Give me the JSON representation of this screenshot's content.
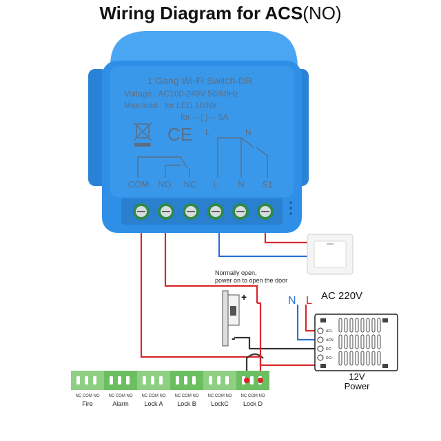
{
  "title": {
    "bold": "Wiring Diagram for ACS",
    "suffix": "(NO)"
  },
  "switch_module": {
    "name": "1 Gang Wi-Fi Switch-DR",
    "voltage": "Voltage : AC100-240V 50/60Hz",
    "max_load": "Max.load : for LED 150W",
    "max_load_2": "for ---[  ]--- 5A",
    "ce_mark": "CE",
    "internal_l": "L",
    "internal_n": "N",
    "terminals": [
      "COM",
      "NO",
      "NC",
      "L",
      "N",
      "S1"
    ],
    "colors": {
      "body": "#2f8fe6",
      "top": "#4aa6f2",
      "label": "#5a6f86"
    }
  },
  "wall_switch": {
    "name": "wall-switch",
    "color": "#f4f4f4"
  },
  "annotation": {
    "line1": "Normally open,",
    "line2": "power on to open the door"
  },
  "lock": {
    "plus": "+",
    "minus": "-"
  },
  "mains": {
    "n": "N",
    "l": "L",
    "label": "AC 220V"
  },
  "power_supply": {
    "terminal_labels": [
      "ACL",
      "ACN",
      "DC-",
      "DC+"
    ],
    "label_line1": "12V",
    "label_line2": "Power"
  },
  "controller": {
    "channels": [
      {
        "name": "Fire",
        "sub": "NC COM NO"
      },
      {
        "name": "Alarm",
        "sub": "NC COM NO"
      },
      {
        "name": "Lock A",
        "sub": "NC COM NO"
      },
      {
        "name": "Lock B",
        "sub": "NC COM NO"
      },
      {
        "name": "LockC",
        "sub": "NC COM NO"
      },
      {
        "name": "Lock D",
        "sub": "NC COM NO"
      }
    ],
    "colors": {
      "light": "#8fcf84",
      "dark": "#6cbf60"
    }
  },
  "wire_colors": {
    "red": "#d8262a",
    "blue": "#2a6fd0",
    "black": "#333333"
  }
}
